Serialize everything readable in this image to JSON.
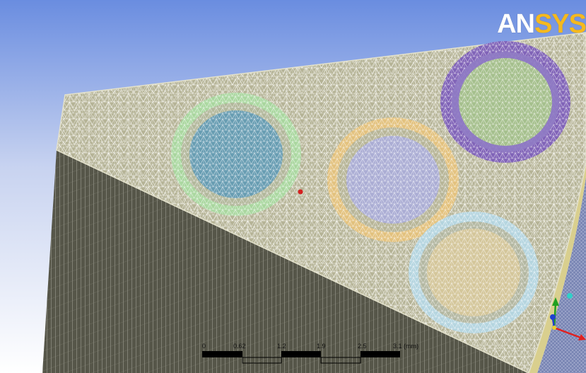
{
  "logo": {
    "part1": "AN",
    "part2": "SYS"
  },
  "scale": {
    "labels": [
      "0",
      "0.62",
      "1.2",
      "1.9",
      "2.5",
      "3.1 (mm)"
    ]
  },
  "colors": {
    "background_top": "#6c8fe0",
    "background_bottom": "#ffffff",
    "mesh_face": "#b9b79a",
    "mesh_side": "#6c6c5c",
    "conductor_1_outer": "#a7dca0",
    "conductor_1_inner": "#5f9ab5",
    "conductor_2_outer": "#e7c27a",
    "conductor_2_inner": "#a9acd9",
    "conductor_3_outer": "#7d5fb8",
    "conductor_3_inner": "#a7c48a",
    "conductor_4_outer": "#b4d7e6",
    "conductor_4_inner": "#d6c69a"
  },
  "icons": {
    "triad": "coordinate-triad-icon",
    "point": "red-point-marker"
  }
}
